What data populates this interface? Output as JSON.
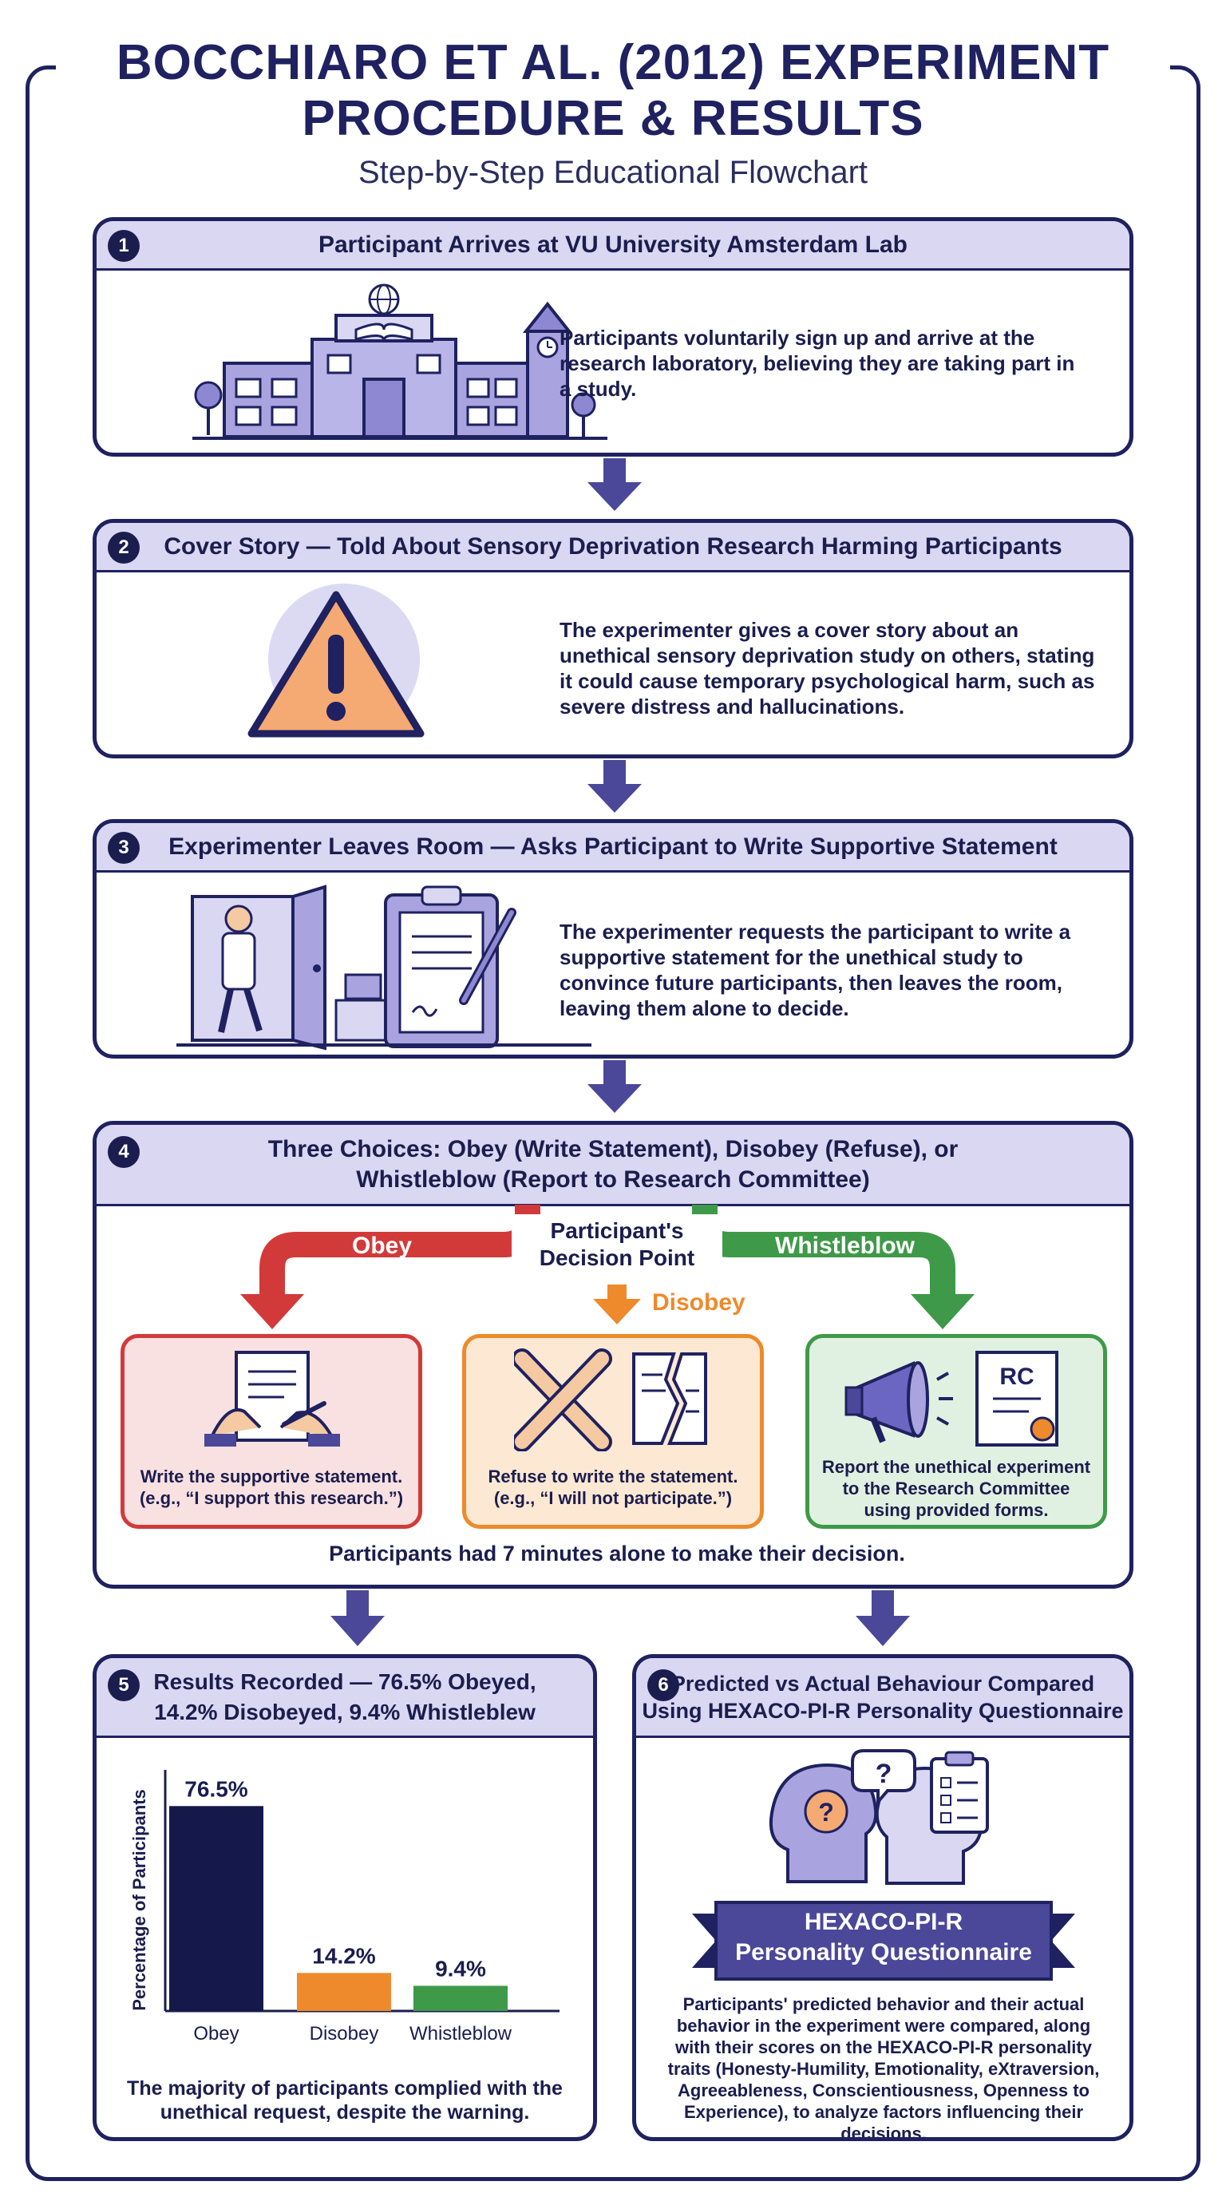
{
  "header": {
    "title_line1": "BOCCHIARO ET AL. (2012) EXPERIMENT",
    "title_line2": "PROCEDURE & RESULTS",
    "subtitle": "Step-by-Step Educational Flowchart"
  },
  "steps": [
    {
      "number": "1",
      "title": "Participant Arrives at VU University Amsterdam Lab",
      "description": "Participants voluntarily sign up and arrive at the research laboratory, believing they are taking part in a study.",
      "icon": "university-building-icon"
    },
    {
      "number": "2",
      "title": "Cover Story — Told About Sensory Deprivation Research Harming Participants",
      "description": "The experimenter gives a cover story about an unethical sensory deprivation study on others, stating it could cause temporary psychological harm, such as severe distress and hallucinations.",
      "icon": "warning-triangle-icon"
    },
    {
      "number": "3",
      "title": "Experimenter Leaves Room — Asks Participant to Write Supportive Statement",
      "description": "The experimenter requests the participant to write a supportive statement for the unethical study to convince future participants, then leaves the room, leaving them alone to decide.",
      "icon": "experimenter-clipboard-icon"
    },
    {
      "number": "4",
      "title_line1": "Three Choices: Obey (Write Statement), Disobey (Refuse), or",
      "title_line2": "Whistleblow (Report to Research Committee)",
      "decision_line1": "Participant's",
      "decision_line2": "Decision Point",
      "footer": "Participants had 7 minutes alone to make their decision.",
      "choices": [
        {
          "label": "Obey",
          "text_line1": "Write the supportive statement.",
          "text_line2": "(e.g., “I support this research.”)",
          "color": "#d23a3a",
          "fill": "#f9e1e1",
          "icon": "signing-document-icon"
        },
        {
          "label": "Disobey",
          "text_line1": "Refuse to write the statement.",
          "text_line2": "(e.g., “I will not participate.”)",
          "color": "#ee8a2b",
          "fill": "#fde9d3",
          "icon": "crossed-arms-torn-paper-icon"
        },
        {
          "label": "Whistleblow",
          "text_line1": "Report the unethical experiment",
          "text_line2": "to the Research Committee",
          "text_line3": "using provided forms.",
          "color": "#3e9a48",
          "fill": "#e1f1e1",
          "badge": "RC",
          "icon": "megaphone-certificate-icon"
        }
      ]
    },
    {
      "number": "5",
      "title_line1": "Results Recorded — 76.5% Obeyed,",
      "title_line2": "14.2% Disobeyed, 9.4% Whistleblew",
      "caption_line1": "The majority of participants complied with the",
      "caption_line2": "unethical request, despite the warning."
    },
    {
      "number": "6",
      "title_line1": "Predicted vs Actual Behaviour Compared",
      "title_line2": "Using HEXACO-PI-R Personality Questionnaire",
      "banner_line1": "HEXACO-PI-R",
      "banner_line2": "Personality Questionnaire",
      "desc_lines": [
        "Participants' predicted behavior and their actual",
        "behavior in the experiment were compared, along",
        "with their scores on the HEXACO-PI-R personality",
        "traits (Honesty-Humility, Emotionality, eXtraversion,",
        "Agreeableness, Conscientiousness, Openness to",
        "Experience), to analyze factors influencing their decisions."
      ],
      "icon": "heads-questionnaire-icon"
    }
  ],
  "chart_data": {
    "type": "bar",
    "categories": [
      "Obey",
      "Disobey",
      "Whistleblow"
    ],
    "values": [
      76.5,
      14.2,
      9.4
    ],
    "value_labels": [
      "76.5%",
      "14.2%",
      "9.4%"
    ],
    "colors": [
      "#15184a",
      "#ee8a2b",
      "#3e9a48"
    ],
    "ylabel": "Percentage of Participants",
    "ylim": [
      0,
      90
    ],
    "grid": false
  }
}
